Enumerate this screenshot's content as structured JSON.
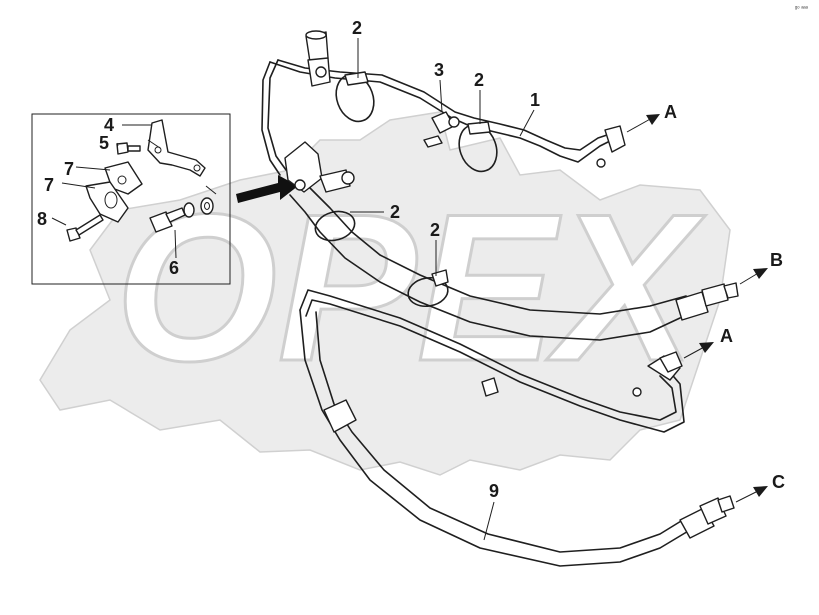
{
  "diagram": {
    "watermark_text": "OPEX",
    "corner_mark": "ᵍᵒ ᵃᵃᵃ",
    "callouts": {
      "p1": "1",
      "p2a": "2",
      "p2b": "2",
      "p2c": "2",
      "p2d": "2",
      "p3": "3",
      "p4": "4",
      "p5": "5",
      "p6": "6",
      "p7a": "7",
      "p7b": "7",
      "p8": "8",
      "p9": "9"
    },
    "connections": {
      "a_top": "A",
      "b": "B",
      "a_mid": "A",
      "c": "C"
    }
  }
}
